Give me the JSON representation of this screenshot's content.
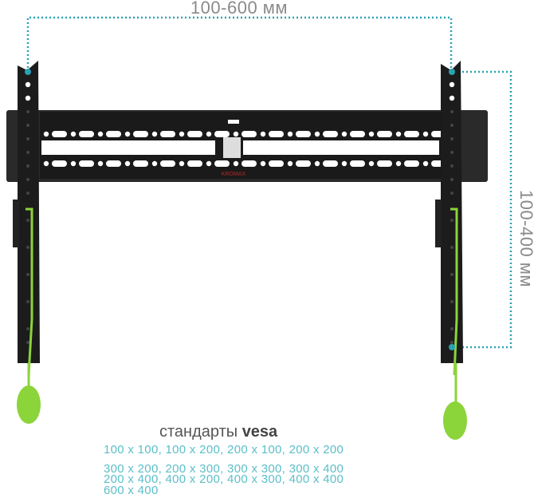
{
  "dimensions": {
    "horizontal_label": "100-600 мм",
    "vertical_label": "100-400 мм"
  },
  "brand_logo": "KROMAX",
  "standards": {
    "title_prefix": "стандарты",
    "title_bold": "vesa",
    "lines": [
      "100 x 100, 100 x 200, 200 x 100, 200 x 200",
      "300 x 200, 200 x 300, 300 x 300, 300 x 400",
      "200 x 400, 400 x 200, 400 x 300, 400 x 400",
      "600 x 400"
    ]
  },
  "colors": {
    "dimension_line": "#2aa3b3",
    "standards_text": "#5bbfc9",
    "mount_body": "#1c1c1c",
    "lever": "#8bd43a",
    "logo": "#b0282a"
  }
}
